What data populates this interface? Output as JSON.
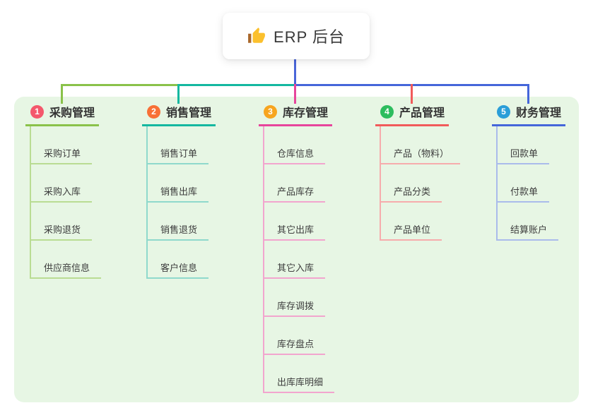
{
  "root": {
    "title": "ERP 后台",
    "icon": "thumbs-up-icon"
  },
  "colors": {
    "canvas_bg": "#ffffff",
    "panel_bg": "#e7f6e4",
    "root_line": "#4a66d9",
    "title_text": "#383838",
    "header_text": "#333333",
    "child_text": "#3d3d3d",
    "badge_text": "#ffffff",
    "thumb_hand": "#fbc02d",
    "thumb_cuff": "#a9672a"
  },
  "branches": [
    {
      "num": "1",
      "label": "采购管理",
      "badge_color": "#f4586c",
      "line_color": "#8ac24a",
      "child_line_color": "#b9dc93",
      "children": [
        "采购订单",
        "采购入库",
        "采购退货",
        "供应商信息"
      ]
    },
    {
      "num": "2",
      "label": "销售管理",
      "badge_color": "#f87036",
      "line_color": "#14b8a0",
      "child_line_color": "#8fd9cc",
      "children": [
        "销售订单",
        "销售出库",
        "销售退货",
        "客户信息"
      ]
    },
    {
      "num": "3",
      "label": "库存管理",
      "badge_color": "#f7a51f",
      "line_color": "#e7459c",
      "child_line_color": "#f2a5ce",
      "children": [
        "仓库信息",
        "产品库存",
        "其它出库",
        "其它入库",
        "库存调拨",
        "库存盘点",
        "出库库明细"
      ]
    },
    {
      "num": "4",
      "label": "产品管理",
      "badge_color": "#2dbd5e",
      "line_color": "#f15b5b",
      "child_line_color": "#f6acac",
      "children": [
        "产品（物料）",
        "产品分类",
        "产品单位"
      ]
    },
    {
      "num": "5",
      "label": "财务管理",
      "badge_color": "#2a9ed8",
      "line_color": "#4566da",
      "child_line_color": "#aabbeb",
      "children": [
        "回款单",
        "付款单",
        "结算账户"
      ]
    }
  ]
}
